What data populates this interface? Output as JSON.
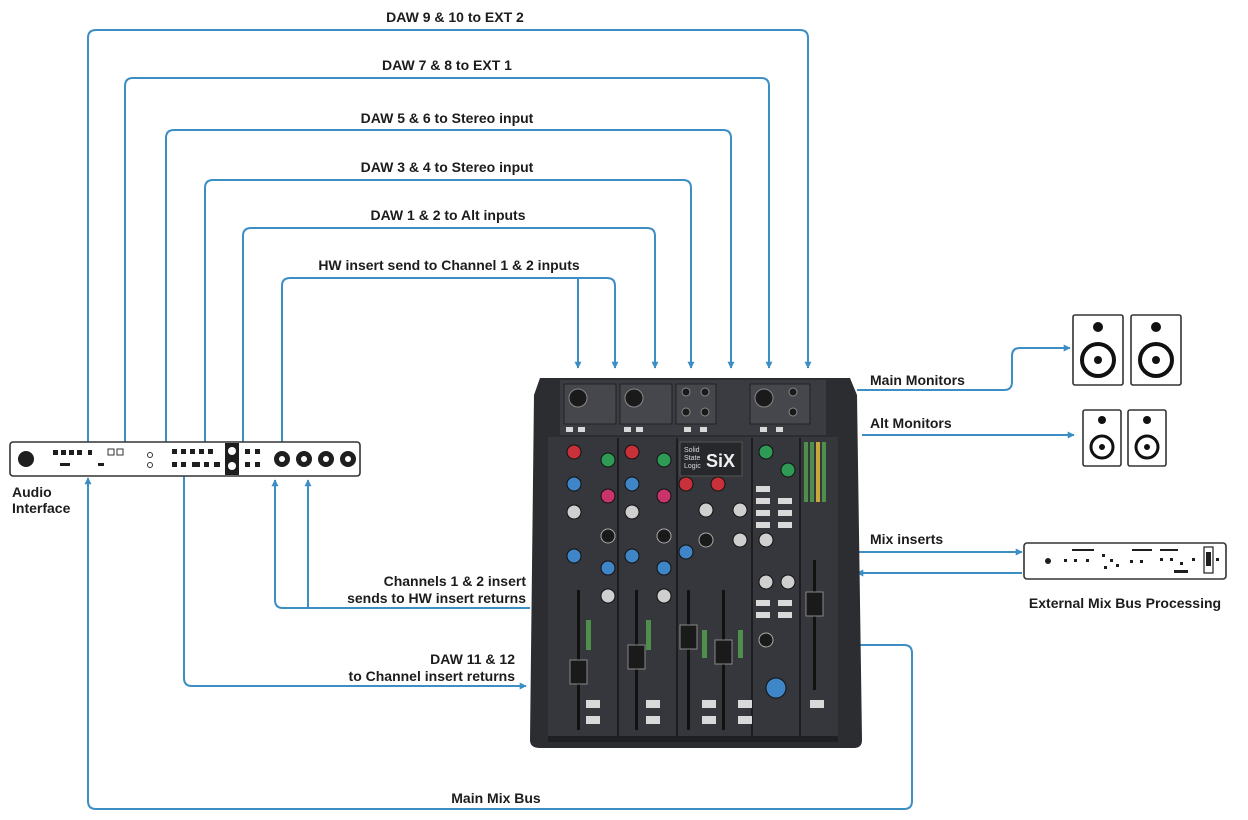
{
  "diagram": {
    "routes": {
      "daw_9_10": "DAW 9 & 10 to EXT 2",
      "daw_7_8": "DAW 7 & 8 to EXT 1",
      "daw_5_6": "DAW 5 & 6 to Stereo input",
      "daw_3_4": "DAW 3 & 4 to Stereo input",
      "daw_1_2": "DAW 1 & 2 to Alt inputs",
      "hw_insert_send": "HW insert send to Channel 1 & 2 inputs",
      "ch_insert_sends_1": "Channels 1 & 2 insert",
      "ch_insert_sends_2": "sends to HW insert returns",
      "daw_11_12_1": "DAW 11 & 12",
      "daw_11_12_2": "to Channel insert returns",
      "main_mix_bus": "Main Mix Bus",
      "main_monitors": "Main Monitors",
      "alt_monitors": "Alt Monitors",
      "mix_inserts": "Mix inserts"
    },
    "devices": {
      "audio_interface_1": "Audio",
      "audio_interface_2": "Interface",
      "external_processing": "External Mix Bus Processing",
      "mixer_logo": "SiX",
      "mixer_brand_1": "Solid",
      "mixer_brand_2": "State",
      "mixer_brand_3": "Logic"
    },
    "colors": {
      "wire": "#3d8ec4",
      "mixer_body": "#2b2d31",
      "mixer_panel": "#3a3c41",
      "knob_red": "#c8303a",
      "knob_green": "#2f9a56",
      "knob_blue": "#3f86c8",
      "knob_pink": "#c8346a"
    }
  }
}
